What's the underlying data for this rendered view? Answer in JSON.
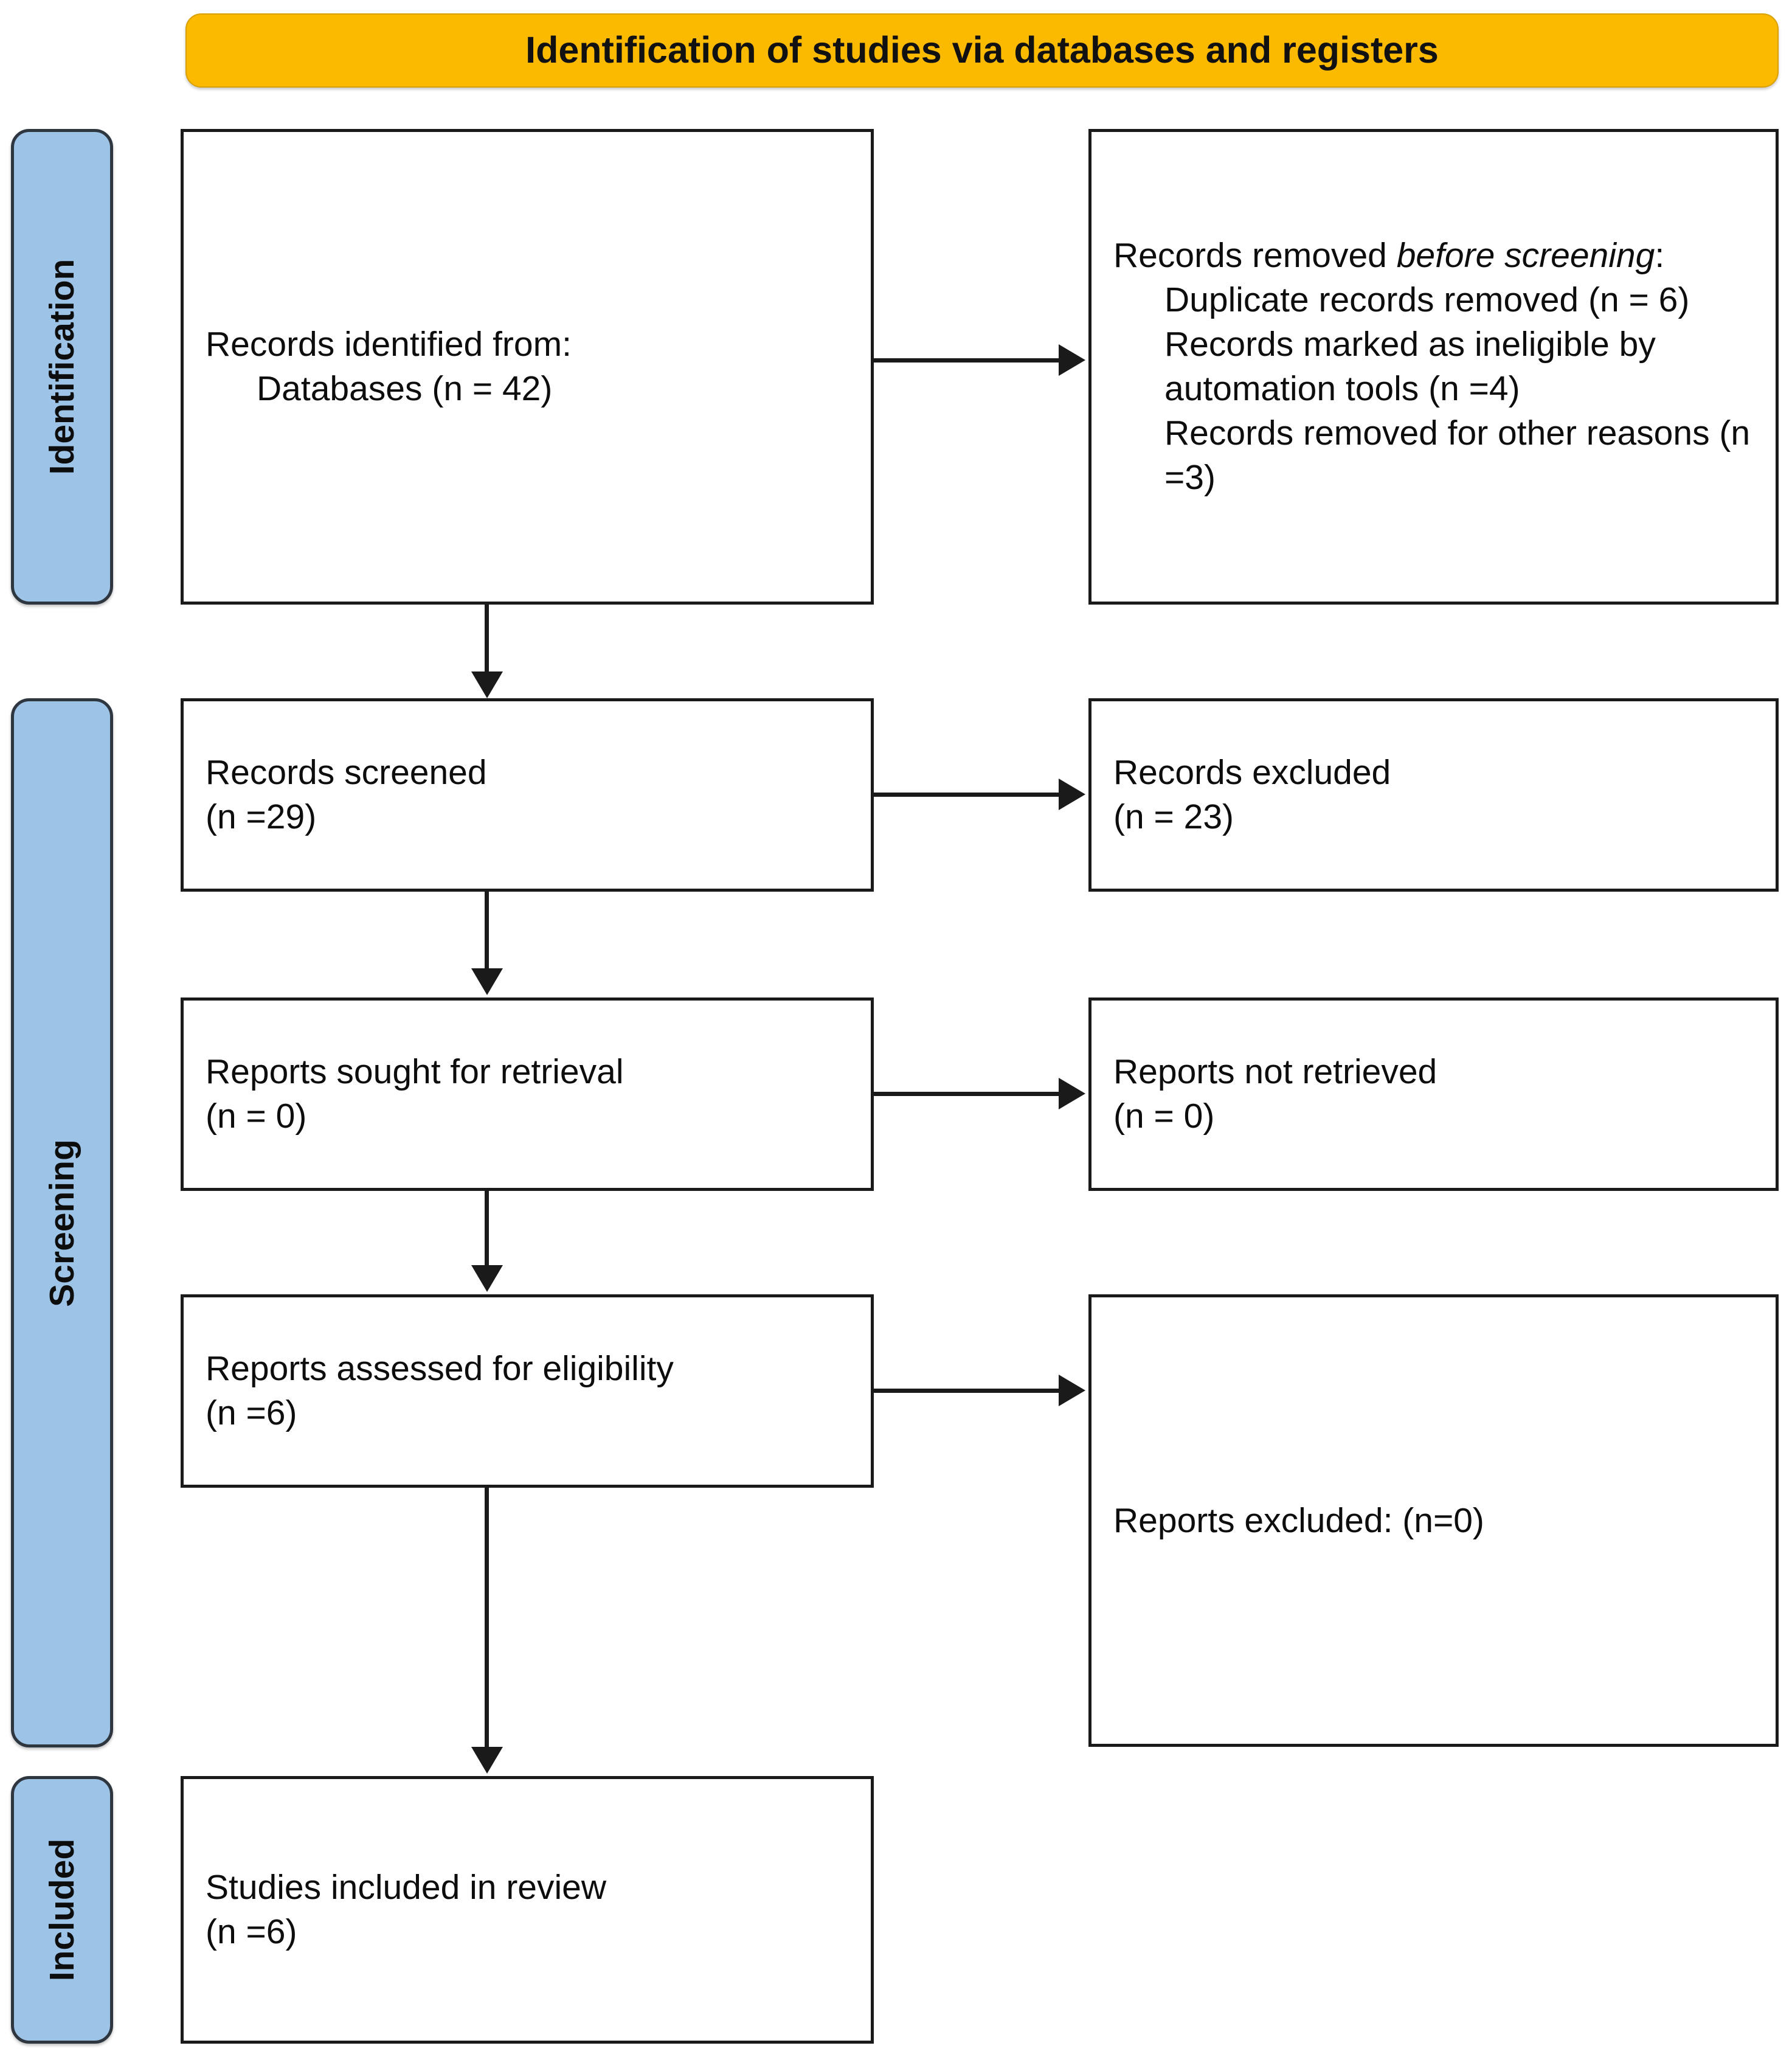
{
  "header": {
    "title": "Identification of studies via databases and registers",
    "background_color": "#FBBA00"
  },
  "stages": {
    "identification": "Identification",
    "screening": "Screening",
    "included": "Included",
    "background_color": "#9DC3E6"
  },
  "boxes": {
    "identified": {
      "line1": "Records identified from:",
      "line2": "Databases (n = 42)"
    },
    "removed_before": {
      "line1_prefix": "Records removed ",
      "line1_italic": "before",
      "line2_italic": "screening",
      "line2_suffix": ":",
      "item1": "Duplicate records removed (n = 6)",
      "item2": "Records marked as ineligible by automation tools (n =4)",
      "item3": "Records removed for other reasons (n =3)"
    },
    "screened": {
      "line1": "Records screened",
      "line2": "(n =29)"
    },
    "records_excluded": {
      "line1": "Records excluded",
      "line2": "(n = 23)"
    },
    "sought": {
      "line1": "Reports sought for retrieval",
      "line2": "(n = 0)"
    },
    "not_retrieved": {
      "line1": "Reports not retrieved",
      "line2": "(n = 0)"
    },
    "assessed": {
      "line1": "Reports assessed for eligibility",
      "line2": "(n =6)"
    },
    "reports_excluded": {
      "line1": "Reports excluded: (n=0)"
    },
    "included": {
      "line1": "Studies included in review",
      "line2": "(n =6)"
    }
  },
  "counts": {
    "records_identified_databases": 42,
    "duplicate_records_removed": 6,
    "records_ineligible_automation": 4,
    "records_removed_other": 3,
    "records_screened": 29,
    "records_excluded": 23,
    "reports_sought": 0,
    "reports_not_retrieved": 0,
    "reports_assessed": 6,
    "reports_excluded": 0,
    "studies_included": 6
  }
}
